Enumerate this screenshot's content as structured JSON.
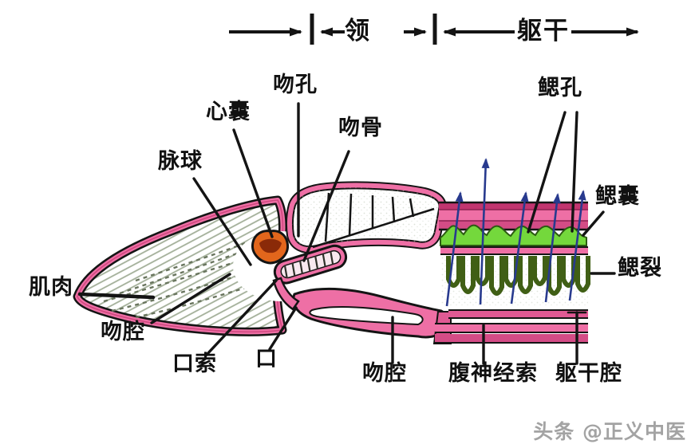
{
  "regions": {
    "collar": "领",
    "trunk": "躯干"
  },
  "labels": {
    "heart_sac": "心囊",
    "proboscis_pore": "吻孔",
    "proboscis_skeleton": "吻骨",
    "glomerulus": "脉球",
    "gill_pores": "鳃孔",
    "gill_sacs": "鳃囊",
    "gill_slits": "鳃裂",
    "muscle": "肌肉",
    "proboscis_cavity": "吻腔",
    "stomochord": "口索",
    "mouth": "口",
    "collar_cavity": "吻腔",
    "ventral_nerve_cord": "腹神经索",
    "trunk_cavity": "躯干腔"
  },
  "watermark": "头条 @正义中医",
  "colors": {
    "outline_black": "#141414",
    "body_pink": "#ee6fa5",
    "body_pink_dark": "#d44c86",
    "body_crimson": "#c2356f",
    "heart_orange": "#e2661c",
    "heart_inner": "#8a2a08",
    "gill_sac_green": "#74d83c",
    "gill_slit_green": "#405f15",
    "flow_arrow_blue": "#283a8e",
    "hatch_gray": "#a3af99",
    "label_text": "#111111",
    "watermark_gray": "#a3a3a3"
  }
}
